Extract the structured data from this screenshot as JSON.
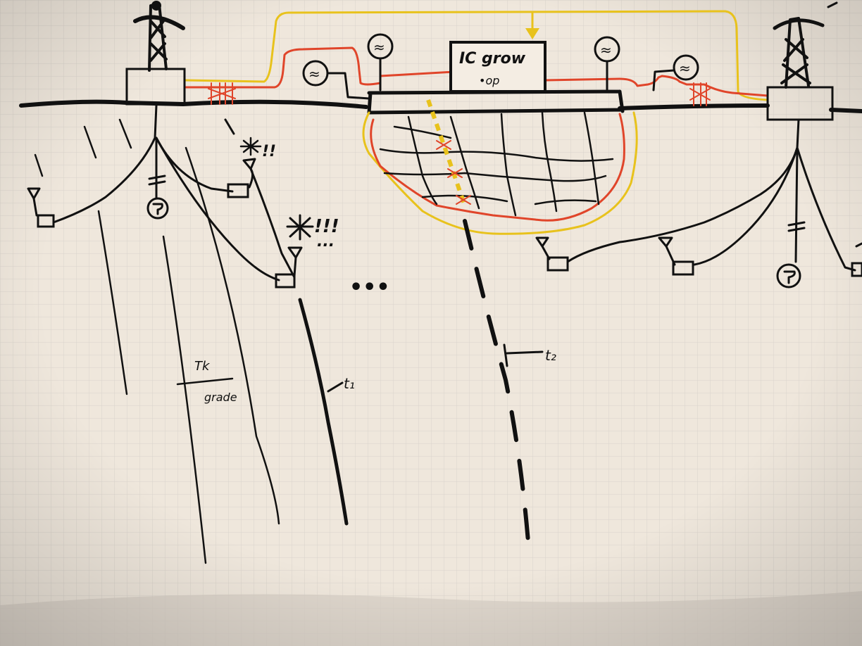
{
  "diagram": {
    "central_box_label_line1": "IC grow",
    "central_box_label_line2": "•op",
    "sine_glyph": "≈",
    "well_label_1": "t₁",
    "well_label_2": "t₂",
    "fraction_numerator": "Tk",
    "fraction_denominator": "grade",
    "marks_small": "!!",
    "marks_big": "!!!",
    "marks_dots": "...",
    "ellipsis": "•••"
  },
  "colors": {
    "paper": "#efe7dc",
    "grid": "#d9d3cb",
    "ink": "#111111",
    "red": "#e0452a",
    "yellow": "#e8c21c"
  },
  "icons": {
    "derrick": "oil-derrick-icon",
    "ac_source": "ac-source-icon",
    "pump": "pump-icon",
    "sensor": "sensor-icon",
    "capacitor": "capacitor-icon"
  }
}
